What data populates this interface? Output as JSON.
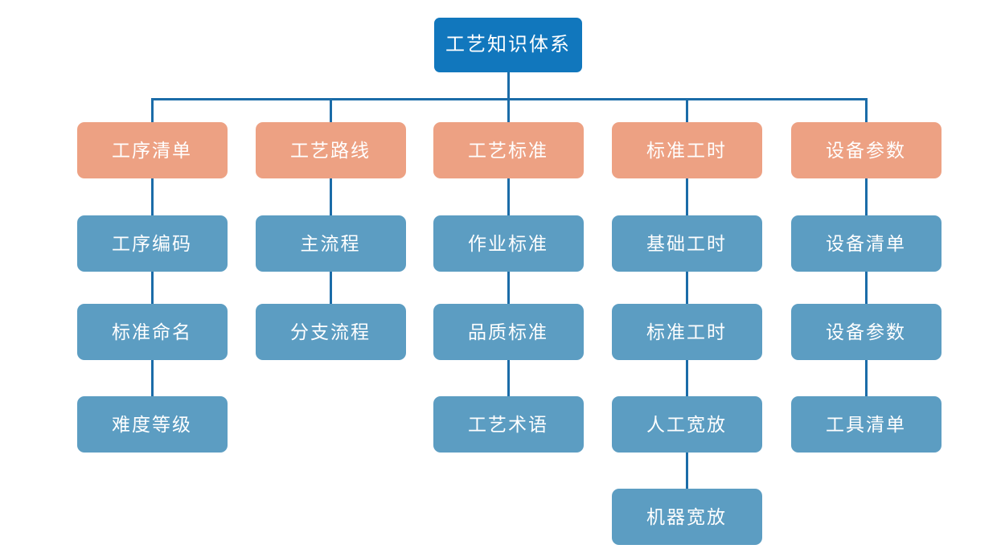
{
  "diagram": {
    "title": "工艺知识体系",
    "type": "org-tree",
    "colors": {
      "root": "#1177BD",
      "level1": "#EDA183",
      "level2": "#5C9DC2",
      "connector": "#1B6CA8",
      "background": "#FFFFFF",
      "text": "#FFFFFF"
    },
    "root": {
      "label": "工艺知识体系"
    },
    "branches": [
      {
        "label": "工序清单",
        "children": [
          {
            "label": "工序编码"
          },
          {
            "label": "标准命名"
          },
          {
            "label": "难度等级"
          }
        ]
      },
      {
        "label": "工艺路线",
        "children": [
          {
            "label": "主流程"
          },
          {
            "label": "分支流程"
          }
        ]
      },
      {
        "label": "工艺标准",
        "children": [
          {
            "label": "作业标准"
          },
          {
            "label": "品质标准"
          },
          {
            "label": "工艺术语"
          }
        ]
      },
      {
        "label": "标准工时",
        "children": [
          {
            "label": "基础工时"
          },
          {
            "label": "标准工时"
          },
          {
            "label": "人工宽放"
          },
          {
            "label": "机器宽放"
          }
        ]
      },
      {
        "label": "设备参数",
        "children": [
          {
            "label": "设备清单"
          },
          {
            "label": "设备参数"
          },
          {
            "label": "工具清单"
          }
        ]
      }
    ]
  }
}
